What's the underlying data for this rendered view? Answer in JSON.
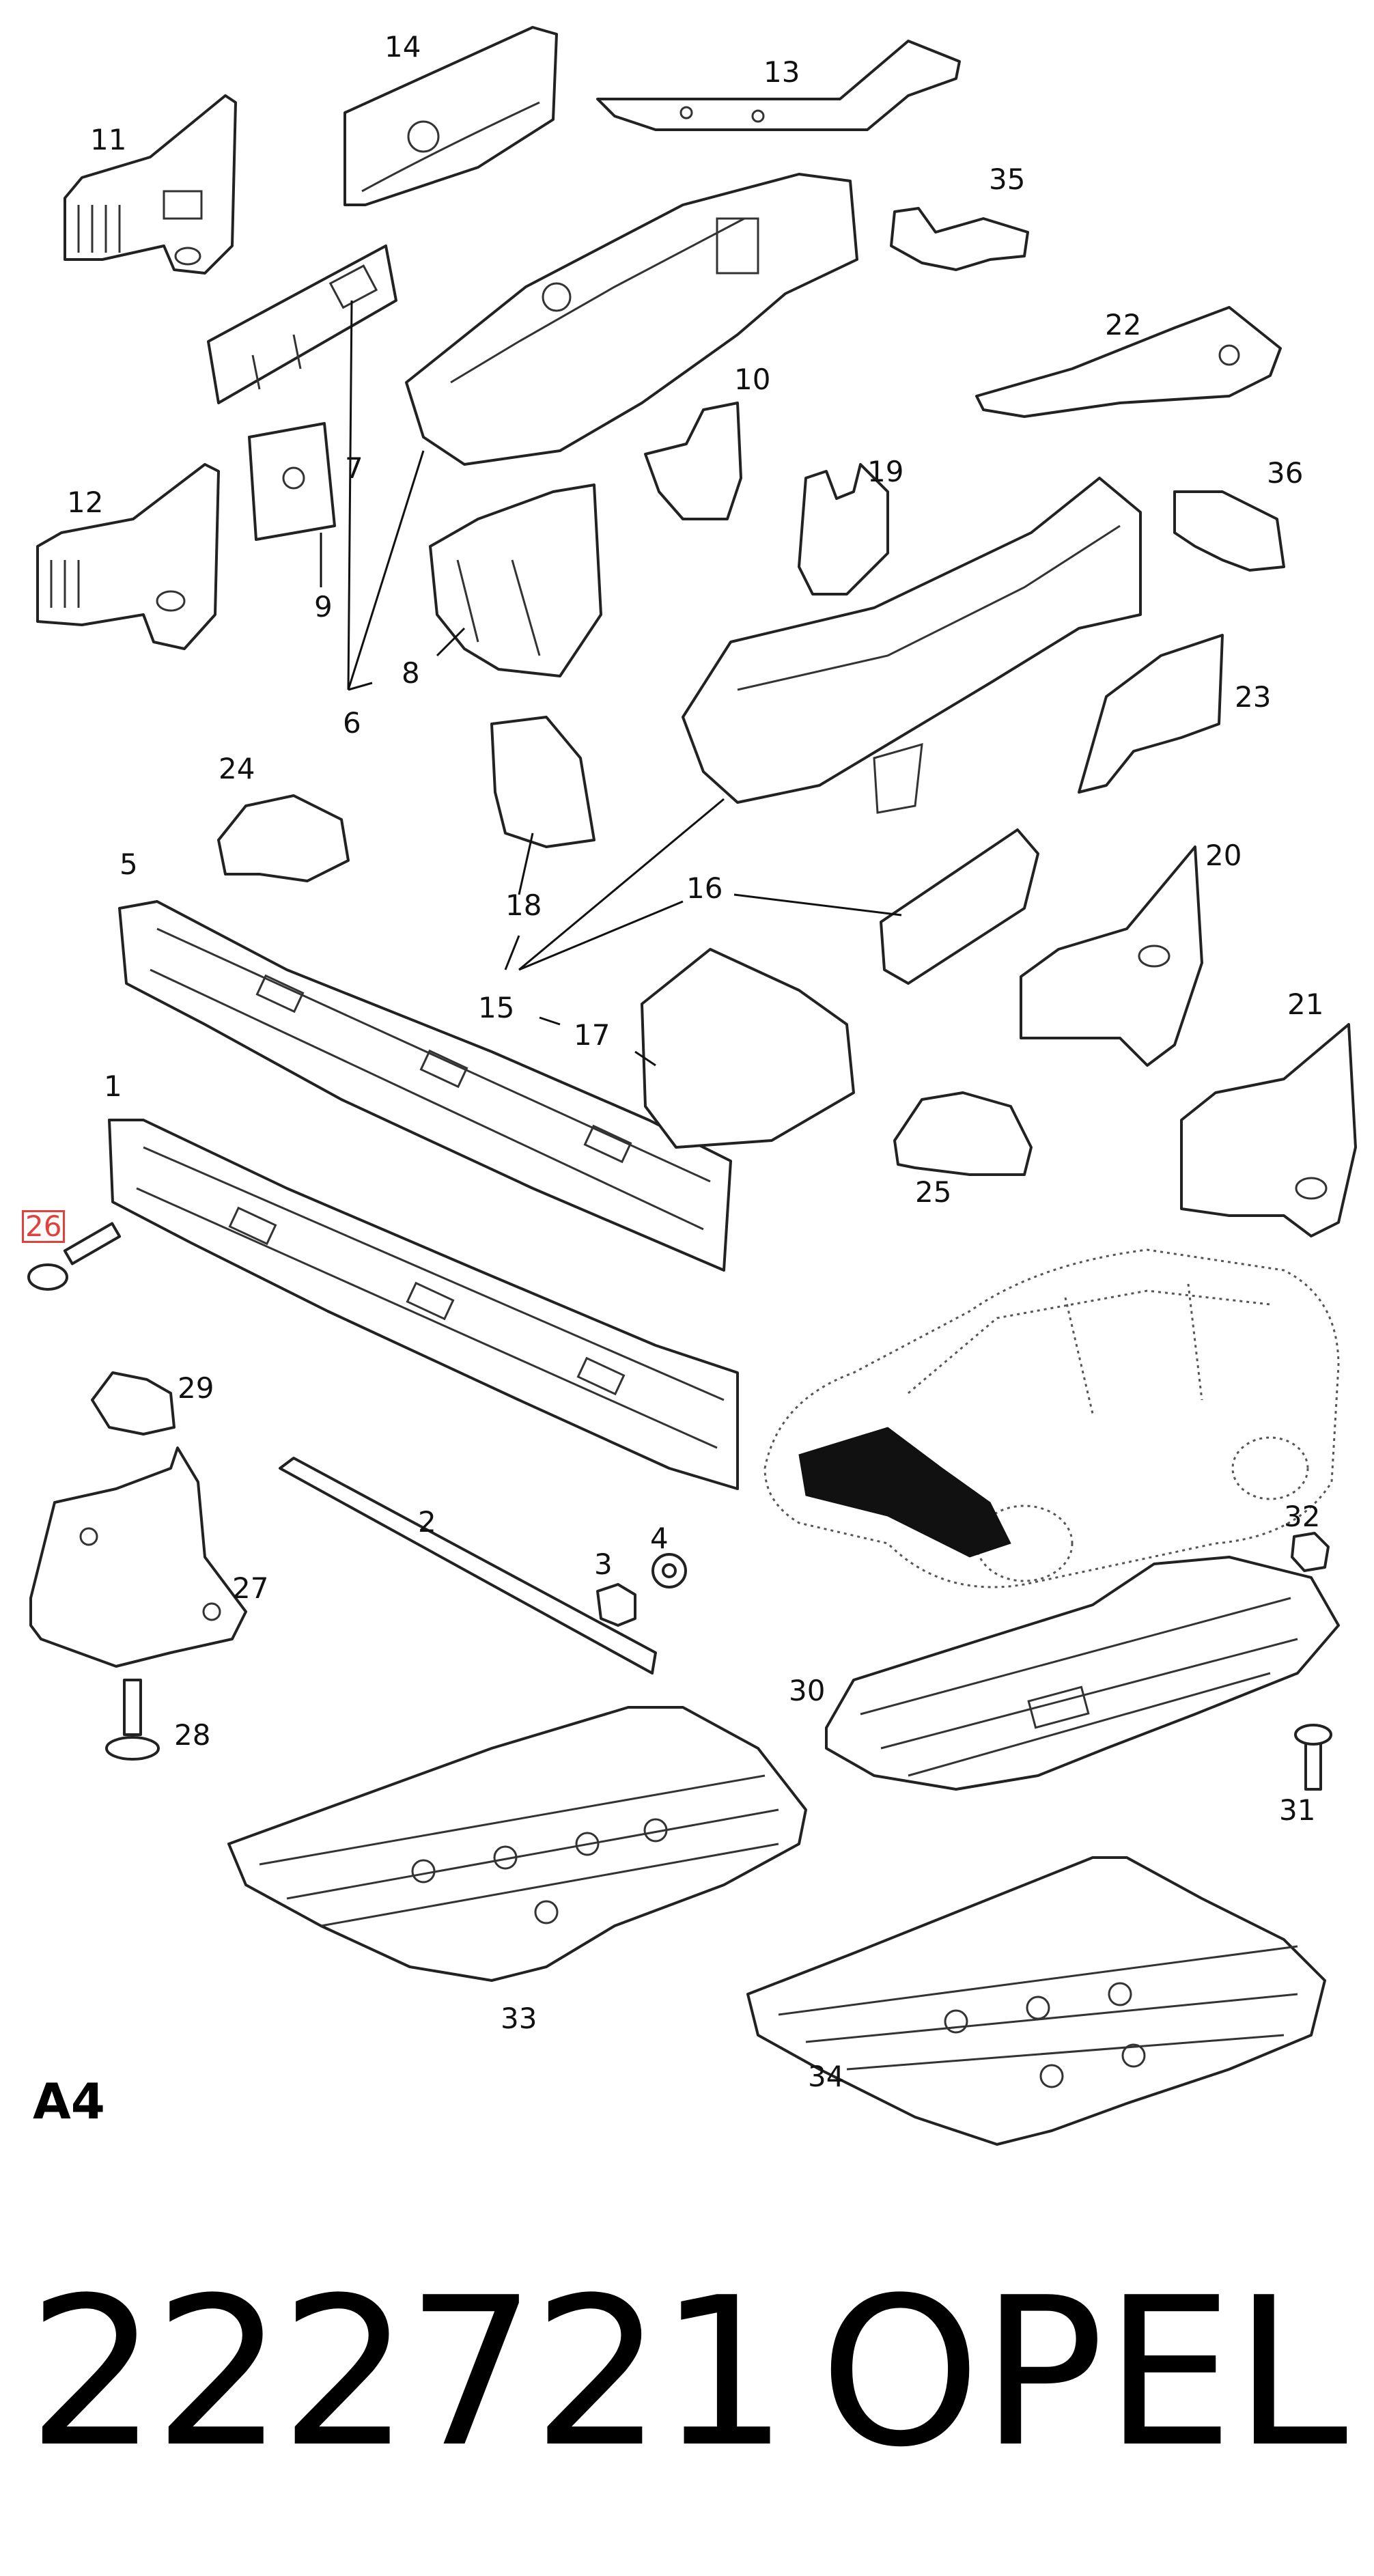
{
  "callouts": [
    {
      "id": "11",
      "label": "11"
    },
    {
      "id": "14",
      "label": "14"
    },
    {
      "id": "13",
      "label": "13"
    },
    {
      "id": "35",
      "label": "35"
    },
    {
      "id": "10",
      "label": "10"
    },
    {
      "id": "22",
      "label": "22"
    },
    {
      "id": "7",
      "label": "7"
    },
    {
      "id": "12",
      "label": "12"
    },
    {
      "id": "19",
      "label": "19"
    },
    {
      "id": "36",
      "label": "36"
    },
    {
      "id": "9",
      "label": "9"
    },
    {
      "id": "8",
      "label": "8"
    },
    {
      "id": "6",
      "label": "6"
    },
    {
      "id": "23",
      "label": "23"
    },
    {
      "id": "24",
      "label": "24"
    },
    {
      "id": "18",
      "label": "18"
    },
    {
      "id": "5",
      "label": "5"
    },
    {
      "id": "16",
      "label": "16"
    },
    {
      "id": "20",
      "label": "20"
    },
    {
      "id": "15",
      "label": "15"
    },
    {
      "id": "17",
      "label": "17"
    },
    {
      "id": "21",
      "label": "21"
    },
    {
      "id": "1",
      "label": "1"
    },
    {
      "id": "25",
      "label": "25"
    },
    {
      "id": "26",
      "label": "26",
      "highlighted": true
    },
    {
      "id": "29",
      "label": "29"
    },
    {
      "id": "2",
      "label": "2"
    },
    {
      "id": "4",
      "label": "4"
    },
    {
      "id": "32",
      "label": "32"
    },
    {
      "id": "3",
      "label": "3"
    },
    {
      "id": "27",
      "label": "27"
    },
    {
      "id": "30",
      "label": "30"
    },
    {
      "id": "28",
      "label": "28"
    },
    {
      "id": "31",
      "label": "31"
    },
    {
      "id": "33",
      "label": "33"
    },
    {
      "id": "34",
      "label": "34"
    }
  ],
  "section_label": "A4",
  "footer": {
    "part_number": "222721",
    "brand": "OPEL"
  },
  "colors": {
    "highlight": "#e2403a",
    "ink": "#222222"
  }
}
